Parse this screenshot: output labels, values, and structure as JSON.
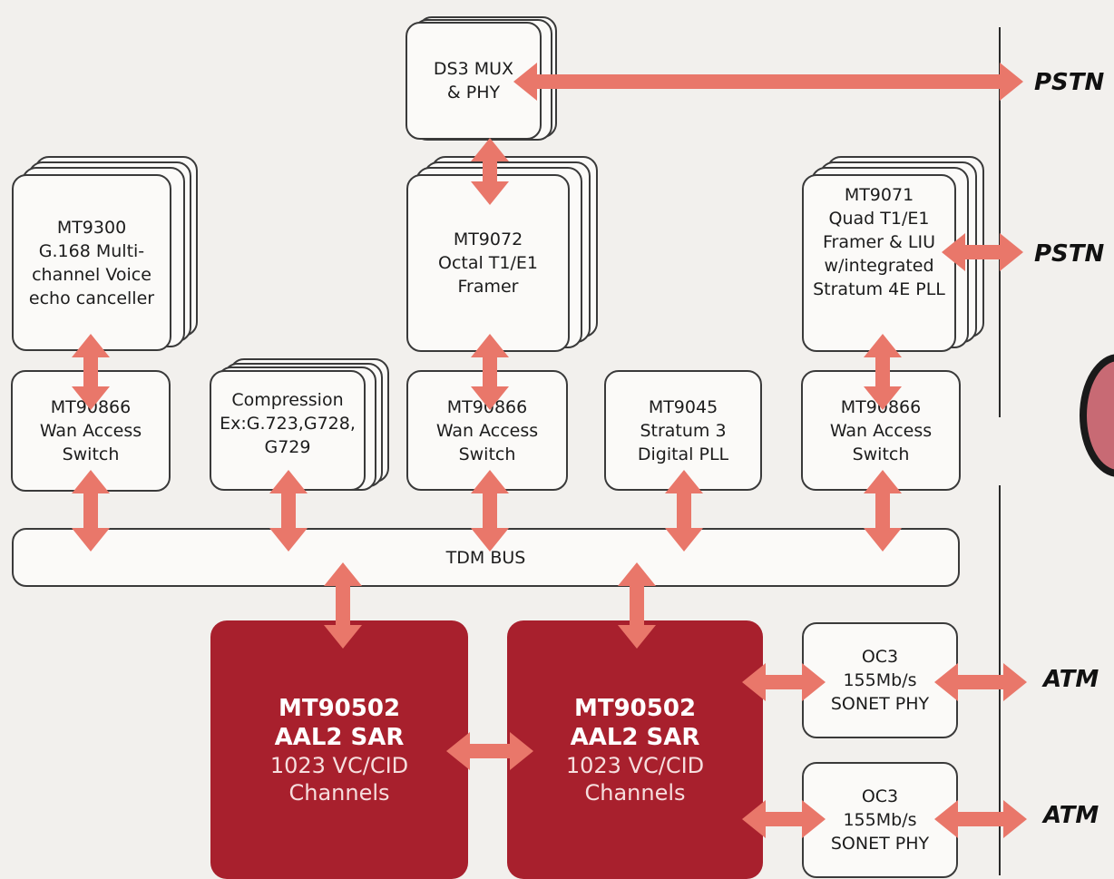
{
  "blocks": {
    "ds3_mux": {
      "lines": [
        "DS3 MUX",
        "& PHY"
      ]
    },
    "mt9300": {
      "lines": [
        "MT9300",
        "G.168 Multi-",
        "channel Voice",
        "echo canceller"
      ]
    },
    "mt9072": {
      "lines": [
        "MT9072",
        "Octal T1/E1",
        "Framer"
      ]
    },
    "mt9071": {
      "lines": [
        "MT9071",
        "Quad T1/E1",
        "Framer & LIU",
        "w/integrated",
        "Stratum 4E PLL"
      ]
    },
    "switch_left": {
      "lines": [
        "MT90866",
        "Wan Access",
        "Switch"
      ]
    },
    "compression": {
      "lines": [
        "Compression",
        "Ex:G.723,G728,",
        "G729"
      ]
    },
    "switch_mid": {
      "lines": [
        "MT90866",
        "Wan Access",
        "Switch"
      ]
    },
    "mt9045": {
      "lines": [
        "MT9045",
        "Stratum 3",
        "Digital PLL"
      ]
    },
    "switch_right": {
      "lines": [
        "MT90866",
        "Wan Access",
        "Switch"
      ]
    },
    "tdm_bus": {
      "label": "TDM BUS"
    },
    "oc3_top": {
      "lines": [
        "OC3",
        "155Mb/s",
        "SONET PHY"
      ]
    },
    "oc3_bottom": {
      "lines": [
        "OC3",
        "155Mb/s",
        "SONET PHY"
      ]
    }
  },
  "sar_left": {
    "lines_bold": [
      "MT90502",
      "AAL2 SAR"
    ],
    "lines": [
      "1023 VC/CID",
      "Channels"
    ]
  },
  "sar_right": {
    "lines_bold": [
      "MT90502",
      "AAL2 SAR"
    ],
    "lines": [
      "1023 VC/CID",
      "Channels"
    ]
  },
  "networks": {
    "pstn_top": "PSTN",
    "pstn_mid": "PSTN",
    "atm_top": "ATM",
    "atm_bottom": "ATM"
  },
  "colors": {
    "arrow": "#e9776a",
    "sar": "#a8202d",
    "border": "#3a3a3a",
    "background": "#f2f0ed"
  }
}
